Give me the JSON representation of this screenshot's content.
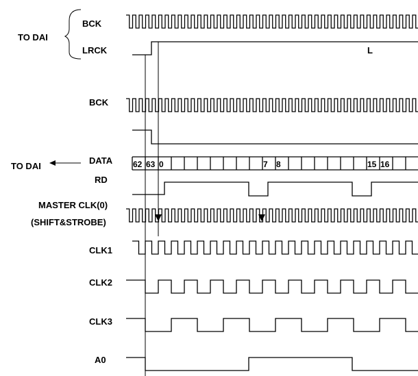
{
  "groups": {
    "to_dai_top": "TO DAI",
    "to_dai_data": "TO DAI"
  },
  "signals": {
    "bck_top": "BCK",
    "lrck": "LRCK",
    "lrck_level": "L",
    "bck_mid": "BCK",
    "data": "DATA",
    "rd": "RD",
    "master_clk": "MASTER CLK(0)",
    "shift_strobe": "(SHIFT&STROBE)",
    "clk1": "CLK1",
    "clk2": "CLK2",
    "clk3": "CLK3",
    "a0": "A0"
  },
  "data_cells": [
    "62",
    "63",
    "0",
    "",
    "",
    "",
    "",
    "",
    "",
    "",
    "7",
    "8",
    "",
    "",
    "",
    "",
    "",
    "",
    "15",
    "16",
    "",
    ""
  ]
}
